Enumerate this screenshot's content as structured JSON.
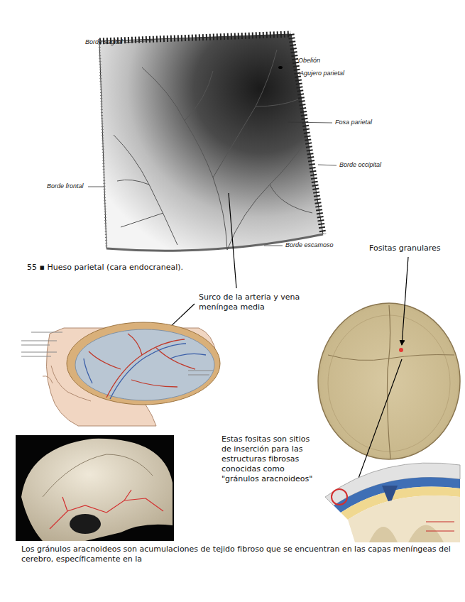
{
  "diagram": {
    "caption": "55 ▪ Hueso parietal (cara endocraneal).",
    "labels": [
      "Borde sagital",
      "Obelión",
      "Agujero parietal",
      "Fosa parietal",
      "Borde occipital",
      "Borde frontal",
      "Borde escamoso",
      "Surco de la arteria y vena meníngea media",
      "Fositas granulares",
      "Estas fositas son sitios de inserción para las estructuras fibrosas conocidas como \"gránulos aracnoideos\"",
      "Los gránulos aracnoideos son acumulaciones de tejido fibroso que se encuentran en las capas meníngeas del cerebro, específicamente en la"
    ]
  }
}
